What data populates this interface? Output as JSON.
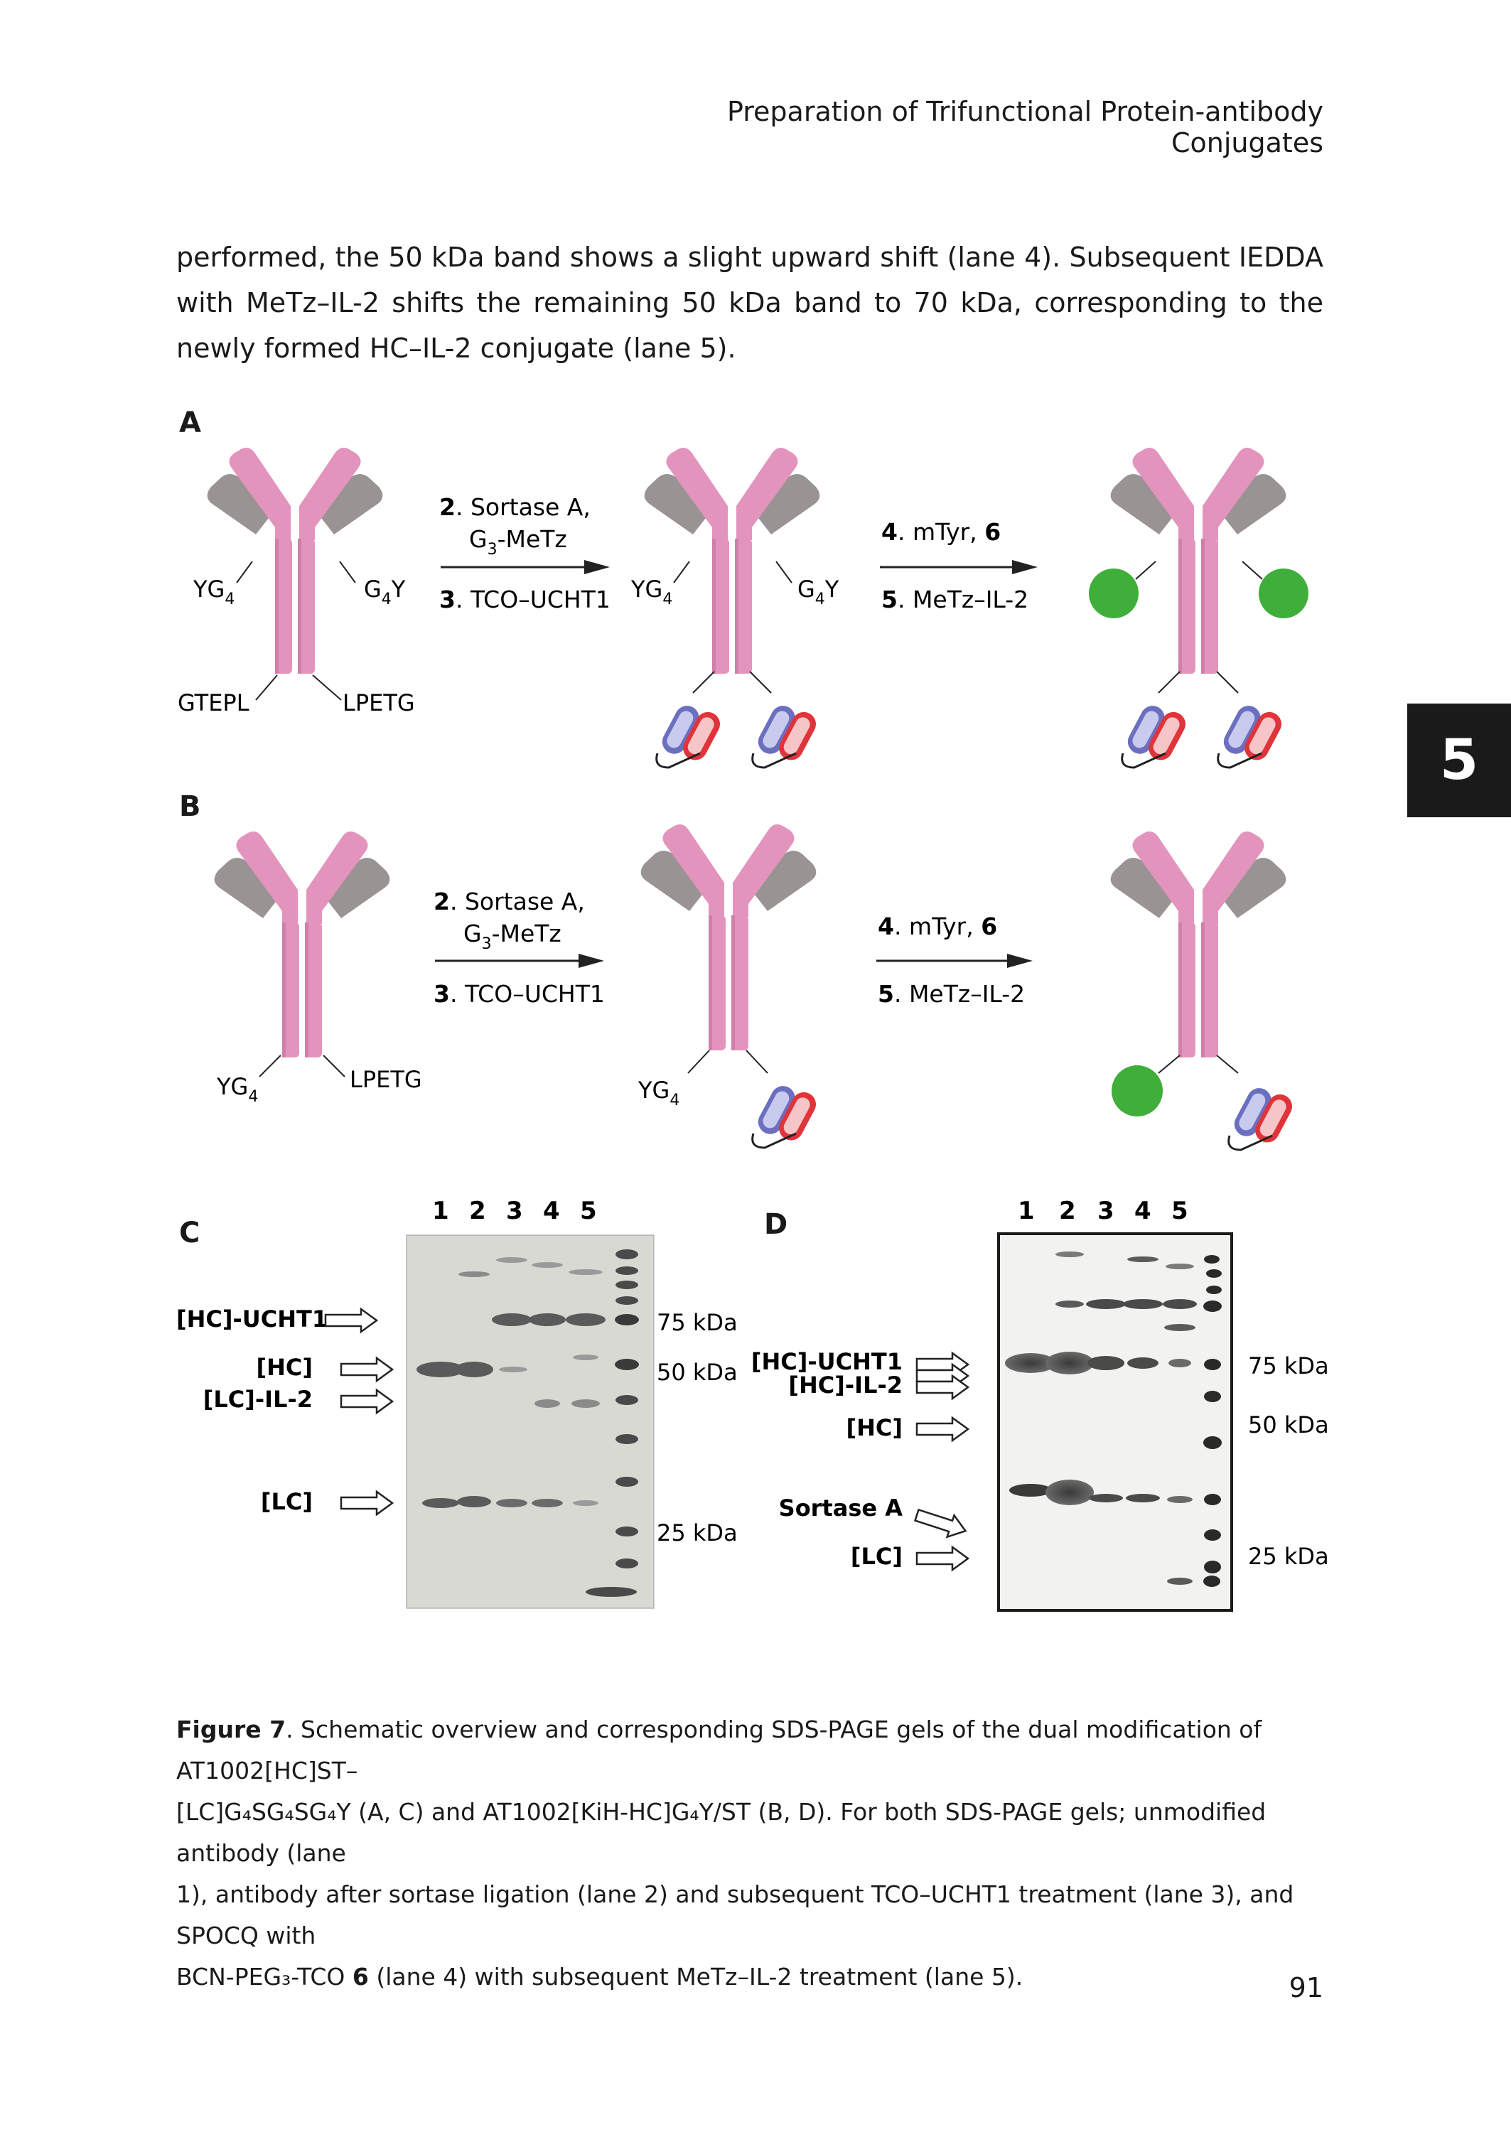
{
  "header": {
    "running_title": "Preparation of Trifunctional Protein-antibody Conjugates"
  },
  "body": {
    "paragraph": "performed, the 50 kDa band shows a slight upward shift (lane 4). Subsequent IEDDA with MeTz–IL-2 shifts the remaining 50 kDa band to 70 kDa, corresponding to the newly formed HC–IL-2 conjugate (lane 5)."
  },
  "chapter_tab": "5",
  "figure": {
    "panel_a": {
      "label": "A",
      "left_labels": {
        "left_top": "YG",
        "left_top_sub": "4",
        "right_top": "G",
        "right_top_sub": "4",
        "right_top_end": "Y",
        "left_bottom": "GTEPL",
        "right_bottom": "LPETG"
      },
      "step1": {
        "num": "2",
        "text": ". Sortase A,",
        "line2": "G",
        "line2_sub": "3",
        "line2_end": "-MeTz",
        "num2": "3",
        "text2": ". TCO–UCHT1"
      },
      "middle_labels": {
        "left": "YG",
        "left_sub": "4",
        "right": "G",
        "right_sub": "4",
        "right_end": "Y"
      },
      "step2": {
        "num": "4",
        "text": ". mTyr,  ",
        "bold_end": "6",
        "num2": "5",
        "text2": ". MeTz–IL-2"
      }
    },
    "panel_b": {
      "label": "B",
      "left_labels": {
        "left_bottom": "YG",
        "left_bottom_sub": "4",
        "right_bottom": "LPETG"
      },
      "step1": {
        "num": "2",
        "text": ". Sortase A,",
        "line2": "G",
        "line2_sub": "3",
        "line2_end": "-MeTz",
        "num2": "3",
        "text2": ". TCO–UCHT1"
      },
      "middle_labels": {
        "left": "YG",
        "left_sub": "4"
      },
      "step2": {
        "num": "4",
        "text": ". mTyr,  ",
        "bold_end": "6",
        "num2": "5",
        "text2": ". MeTz–IL-2"
      }
    },
    "panel_c": {
      "label": "C",
      "lanes": [
        "1",
        "2",
        "3",
        "4",
        "5"
      ],
      "band_labels": [
        "[HC]-UCHT1",
        "[HC]",
        "[LC]-IL-2",
        "[LC]"
      ],
      "markers": [
        "75 kDa",
        "50 kDa",
        "25 kDa"
      ]
    },
    "panel_d": {
      "label": "D",
      "lanes": [
        "1",
        "2",
        "3",
        "4",
        "5"
      ],
      "band_labels": [
        "[HC]-UCHT1",
        "[HC]-IL-2",
        "[HC]",
        "Sortase A",
        "[LC]"
      ],
      "markers": [
        "75 kDa",
        "50 kDa",
        "25 kDa"
      ]
    }
  },
  "caption": {
    "figure_label": "Figure 7",
    "line1": ". Schematic overview and corresponding SDS-PAGE gels of the dual modification of AT1002[HC]ST–",
    "line2": "[LC]G₄SG₄SG₄Y (A, C) and AT1002[KiH-HC]G₄Y/ST (B, D). For both SDS-PAGE gels; unmodified antibody (lane",
    "line3": "1), antibody after sortase ligation (lane 2) and subsequent TCO–UCHT1 treatment (lane 3), and SPOCQ with",
    "line4_start": "BCN-PEG₃-TCO ",
    "line4_bold": "6",
    "line4_end": " (lane 4) with subsequent MeTz–IL-2 treatment (lane 5)."
  },
  "page_number": "91",
  "colors": {
    "antibody_pink": "#e394bd",
    "fab_grey": "#9a9393",
    "il2_green": "#3fae3a",
    "ucht1_red": "#e0343a",
    "ucht1_blue": "#6b6fc0",
    "gel_background": "#d9d9d4"
  }
}
